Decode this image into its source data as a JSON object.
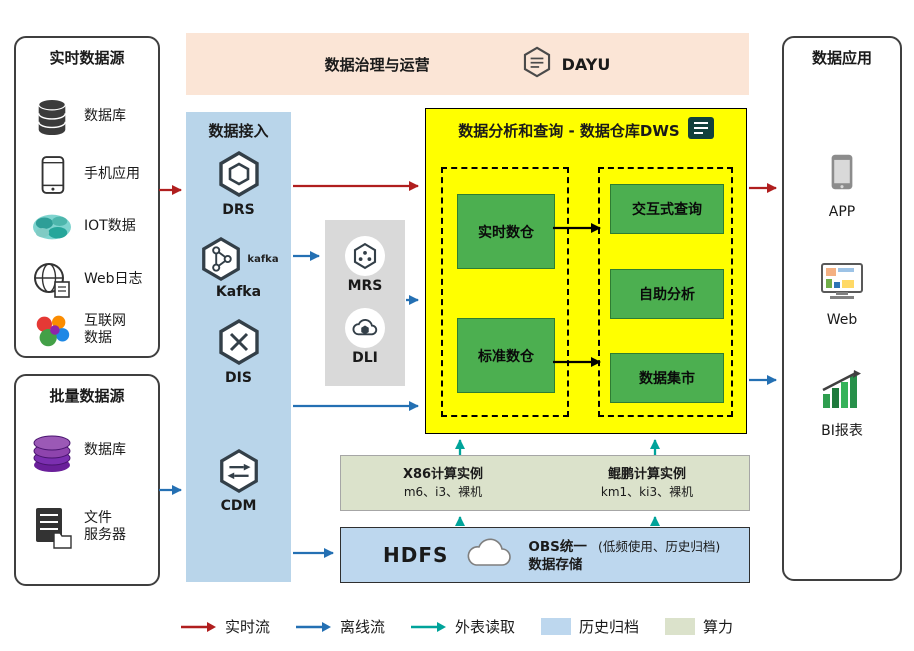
{
  "realtime_sources": {
    "title": "实时数据源",
    "items": [
      {
        "label": "数据库",
        "icon": "database-icon"
      },
      {
        "label": "手机应用",
        "icon": "mobile-app-icon"
      },
      {
        "label": "IOT数据",
        "icon": "iot-icon"
      },
      {
        "label": "Web日志",
        "icon": "web-log-icon"
      },
      {
        "label": "互联网\n数据",
        "icon": "internet-data-icon"
      }
    ]
  },
  "batch_sources": {
    "title": "批量数据源",
    "items": [
      {
        "label": "数据库",
        "icon": "database-purple-icon"
      },
      {
        "label": "文件\n服务器",
        "icon": "file-server-icon"
      }
    ]
  },
  "governance": {
    "title": "数据治理与运营",
    "product": "DAYU"
  },
  "ingestion": {
    "title": "数据接入",
    "items": [
      {
        "label": "DRS"
      },
      {
        "label": "Kafka",
        "logo": "kafka"
      },
      {
        "label": "DIS"
      },
      {
        "label": "CDM"
      }
    ]
  },
  "processing": {
    "items": [
      {
        "label": "MRS"
      },
      {
        "label": "DLI"
      }
    ]
  },
  "dws": {
    "title": "数据分析和查询 - 数据仓库DWS",
    "warehouses": [
      {
        "label": "实时数仓"
      },
      {
        "label": "标准数仓"
      }
    ],
    "services": [
      {
        "label": "交互式查询"
      },
      {
        "label": "自助分析"
      },
      {
        "label": "数据集市"
      }
    ]
  },
  "compute": {
    "x86_title": "X86计算实例",
    "x86_models": "m6、i3、裸机",
    "kunpeng_title": "鲲鹏计算实例",
    "kunpeng_models": "km1、ki3、裸机"
  },
  "storage": {
    "hdfs": "HDFS",
    "obs_line1": "OBS统一",
    "obs_line2": "数据存储",
    "note": "(低频使用、历史归档)"
  },
  "applications": {
    "title": "数据应用",
    "items": [
      {
        "label": "APP",
        "icon": "app-phone-icon"
      },
      {
        "label": "Web",
        "icon": "web-monitor-icon"
      },
      {
        "label": "BI报表",
        "icon": "bi-report-icon"
      }
    ]
  },
  "legend": {
    "items": [
      {
        "label": "实时流",
        "kind": "arrow",
        "color": "#b01e1e"
      },
      {
        "label": "离线流",
        "kind": "arrow",
        "color": "#2470b3"
      },
      {
        "label": "外表读取",
        "kind": "arrow",
        "color": "#00a39a"
      },
      {
        "label": "历史归档",
        "kind": "swatch",
        "color": "#bdd7ee"
      },
      {
        "label": "算力",
        "kind": "swatch",
        "color": "#dbe2cb"
      }
    ]
  },
  "colors": {
    "realtime_flow": "#b01e1e",
    "offline_flow": "#2470b3",
    "external_read": "#00a39a",
    "internal_flow": "#000000",
    "archive_bg": "#bdd7ee",
    "compute_bg": "#dbe2cb",
    "dws_bg": "#ffff00",
    "green_box": "#4caf50",
    "governance_bg": "#fbe5d6",
    "ingestion_bg": "#b9d5ea",
    "processing_bg": "#d9d9d9"
  }
}
